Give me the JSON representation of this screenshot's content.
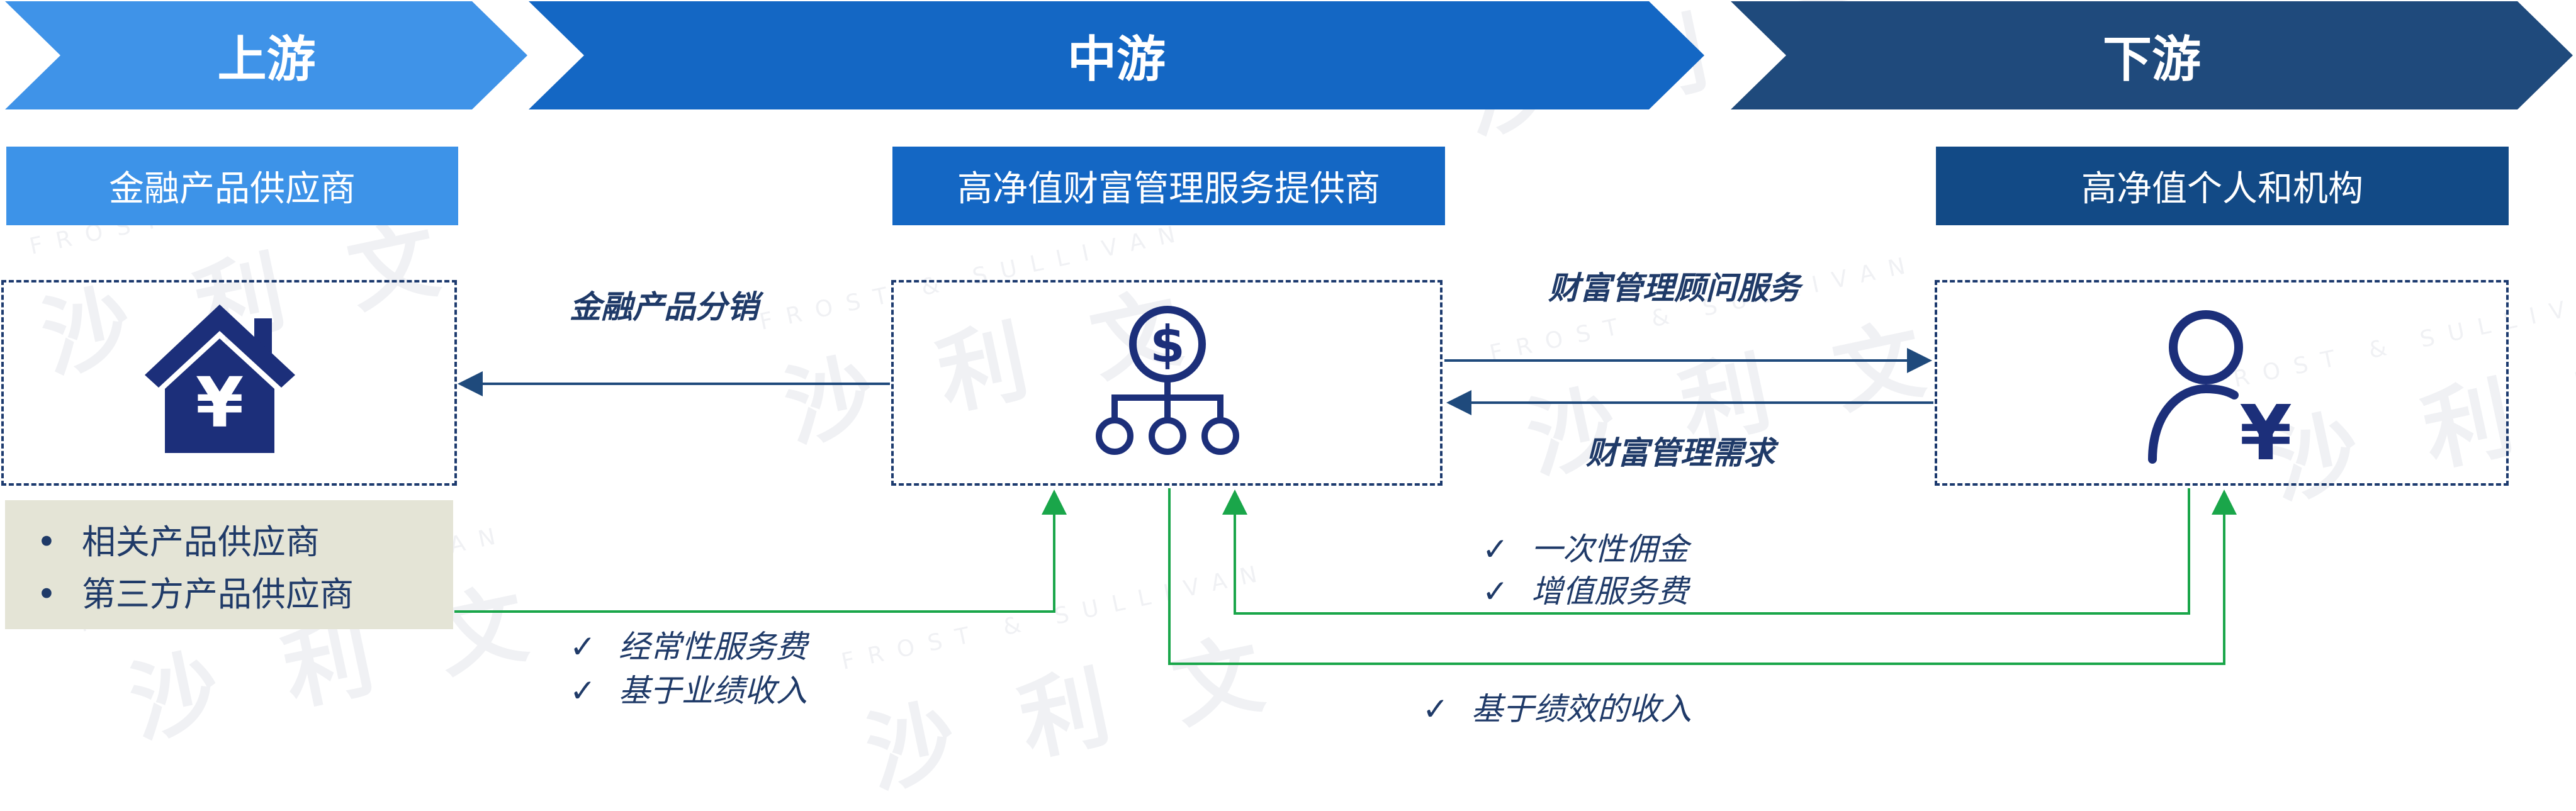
{
  "stages": {
    "upstream": {
      "label": "上游",
      "color": "#3f93e8"
    },
    "midstream": {
      "label": "中游",
      "color": "#1467c4"
    },
    "downstream": {
      "label": "下游",
      "color": "#1f4a7c"
    }
  },
  "headers": {
    "upstream": {
      "label": "金融产品供应商",
      "color": "#3d93e8"
    },
    "midstream": {
      "label": "高净值财富管理服务提供商",
      "color": "#1467c4"
    },
    "downstream": {
      "label": "高净值个人和机构",
      "color": "#124a86"
    }
  },
  "flows": {
    "distribution": "金融产品分销",
    "advisory": "财富管理顾问服务",
    "demand": "财富管理需求"
  },
  "upstream_list": [
    "相关产品供应商",
    "第三方产品供应商"
  ],
  "recurring_items": [
    "经常性服务费",
    "基于业绩收入"
  ],
  "commission_items": [
    "一次性佣金",
    "增值服务费"
  ],
  "performance_items": [
    "基于绩效的收入"
  ],
  "icons": {
    "house": "house-yen-icon",
    "org": "dollar-org-chart-icon",
    "person": "person-yen-icon"
  },
  "watermark": {
    "text": "沙 利 文",
    "sub": "FROST & SULLIVAN"
  },
  "colors": {
    "navy": "#1c2f7a",
    "arrow_navy": "#1f4a7c",
    "arrow_green": "#1aa64a"
  }
}
